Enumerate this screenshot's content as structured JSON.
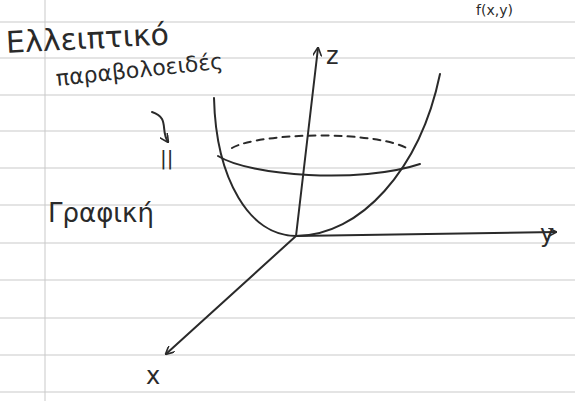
{
  "diagram": {
    "labels": [
      "Ελλειπτικό",
      "παραβολοειδές",
      "||",
      "Γραφική",
      "z",
      "y",
      "x",
      "f(x,y)"
    ]
  }
}
